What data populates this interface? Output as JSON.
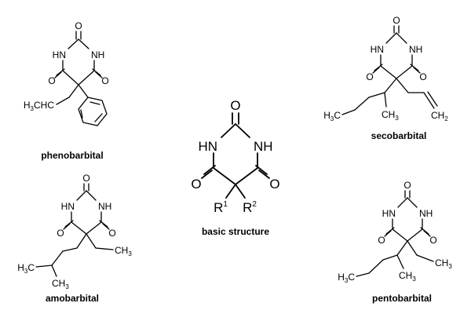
{
  "atoms": {
    "oxygen": "O",
    "nh": "NH",
    "hn": "HN",
    "h3c": "H",
    "ch3": "CH",
    "ch2": "CH",
    "three": "3",
    "two": "2",
    "r": "R",
    "one": "1"
  },
  "molecules": {
    "phenobarbital": {
      "caption": "phenobarbital"
    },
    "secobarbital": {
      "caption": "secobarbital"
    },
    "basic_structure": {
      "caption": "basic structure"
    },
    "amobarbital": {
      "caption": "amobarbital"
    },
    "pentobarbital": {
      "caption": "pentobarbital"
    }
  }
}
